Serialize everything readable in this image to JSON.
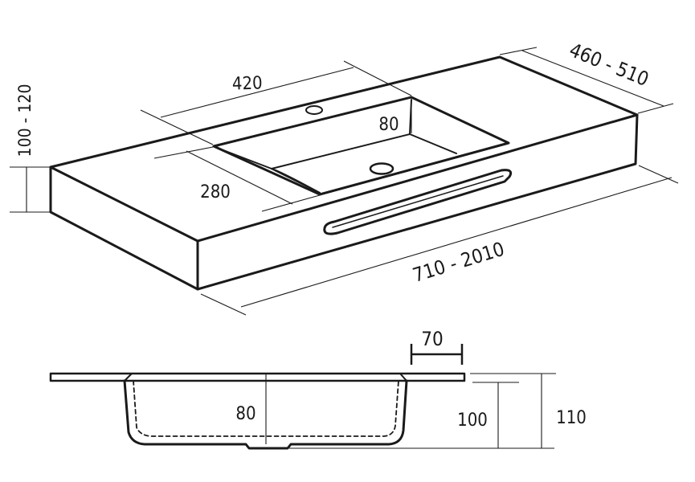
{
  "iso_view": {
    "labels": {
      "top_width": "420",
      "top_depth": "460 - 510",
      "bowl_depth": "80",
      "bowl_width": "280",
      "thickness": "100 - 120",
      "length": "710 - 2010"
    }
  },
  "section_view": {
    "labels": {
      "rim": "70",
      "inner_depth": "80",
      "bowl_height": "100",
      "total_height": "110"
    }
  },
  "colors": {
    "line": "#1a1a1a",
    "background": "#ffffff"
  }
}
